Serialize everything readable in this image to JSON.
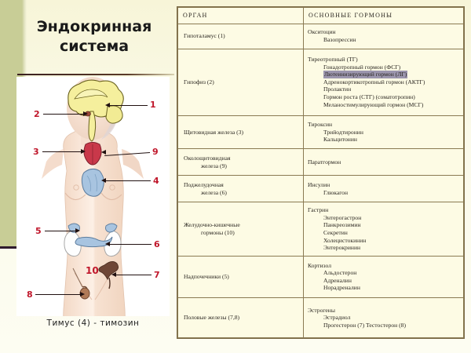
{
  "slide": {
    "title_line1": "Эндокринная",
    "title_line2": "система",
    "figure_caption": "Тимус (4) - тимозин"
  },
  "figure": {
    "labels": [
      {
        "id": "1",
        "text": "1"
      },
      {
        "id": "2",
        "text": "2"
      },
      {
        "id": "3",
        "text": "3"
      },
      {
        "id": "4",
        "text": "4"
      },
      {
        "id": "5",
        "text": "5"
      },
      {
        "id": "6",
        "text": "6"
      },
      {
        "id": "7",
        "text": "7"
      },
      {
        "id": "8",
        "text": "8"
      },
      {
        "id": "9",
        "text": "9"
      },
      {
        "id": "10",
        "text": "10"
      }
    ]
  },
  "table": {
    "headers": [
      "ОРГАН",
      "ОСНОВНЫЕ ГОРМОНЫ"
    ],
    "rows": [
      {
        "organ": "Гипоталамус (1)",
        "organ_line2": "",
        "hormones": [
          "Окситоцин",
          "Вазопрессин"
        ],
        "indent": [
          0,
          1
        ],
        "highlight": []
      },
      {
        "organ": "Гипофиз (2)",
        "organ_line2": "",
        "hormones": [
          "Тиреотропный (ТГ)",
          "Гонадотропный гормон (ФСГ)",
          "Лютеинизирующий гормон (ЛГ)",
          "Адренокортикотропный гормон (АКТГ)",
          "Пролактин",
          "Гормон роста (СТГ) (соматотропин)",
          "Меланостимулирующий гормон (МСГ)"
        ],
        "indent": [
          0,
          1,
          1,
          1,
          1,
          1,
          1
        ],
        "highlight": [
          2
        ]
      },
      {
        "organ": "Щитовидная железа (3)",
        "organ_line2": "",
        "hormones": [
          "Тироксин",
          "Трийодтиронин",
          "Кальцитонин"
        ],
        "indent": [
          0,
          1,
          1
        ],
        "highlight": []
      },
      {
        "organ": "Околощитовидная",
        "organ_line2": "железа (9)",
        "hormones": [
          "Паратгормон"
        ],
        "indent": [
          0
        ],
        "highlight": []
      },
      {
        "organ": "Поджелудочная",
        "organ_line2": "железа (6)",
        "hormones": [
          "Инсулин",
          "Глюкагон"
        ],
        "indent": [
          0,
          1
        ],
        "highlight": []
      },
      {
        "organ": "Желудочно-кишечные",
        "organ_line2": "гормоны (10)",
        "hormones": [
          "Гастрин",
          "Энтерогастрон",
          "Панкреозимин",
          "Секретин",
          "Холецистокинин",
          "Энтерокринин"
        ],
        "indent": [
          0,
          1,
          1,
          1,
          1,
          1
        ],
        "highlight": []
      },
      {
        "organ": "Надпочечники (5)",
        "organ_line2": "",
        "hormones": [
          "Кортизол",
          "Альдостерон",
          "Адреналин",
          "Норадреналин"
        ],
        "indent": [
          0,
          1,
          1,
          1
        ],
        "highlight": []
      },
      {
        "organ": "Половые железы (7,8)",
        "organ_line2": "",
        "hormones": [
          "Эстрогены",
          "Эстрадиол",
          "Прогестерон  (7) Тестостерон (8)"
        ],
        "indent": [
          0,
          1,
          1
        ],
        "highlight": []
      }
    ]
  },
  "colors": {
    "background": "#fcfbe8",
    "side_strip": "#c8cd96",
    "table_bg": "#fdfbe4",
    "table_border": "#7a6a46",
    "number_color": "#c0172b",
    "brain": "#f4ee9a",
    "thyroid": "#c9384a",
    "gland_blue": "#a8c4e0",
    "skin": "#f5ddcb",
    "highlight": "#9c96ae"
  }
}
